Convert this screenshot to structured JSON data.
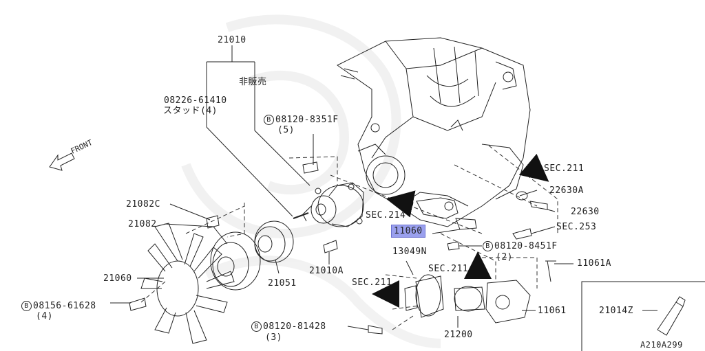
{
  "diagram": {
    "front_label": "FRONT",
    "callouts": {
      "p21010": "21010",
      "not_for_sale": "非販売",
      "p08226": "08226-61410",
      "stud_qty": "スタッド(4)",
      "bolt_upper_letter": "B",
      "bolt_upper": "08120-8351F",
      "bolt_upper_qty": "(5)",
      "sec211_top": "SEC.211",
      "p22630A": "22630A",
      "p22630": "22630",
      "sec253": "SEC.253",
      "sec214": "SEC.214",
      "p11060": "11060",
      "bolt_mid_letter": "B",
      "bolt_mid": "08120-8451F",
      "bolt_mid_qty": "(2)",
      "p13049N": "13049N",
      "sec211_mid": "SEC.211",
      "p11061A": "11061A",
      "p21082C": "21082C",
      "p21082": "21082",
      "p21060": "21060",
      "p21010A": "21010A",
      "p21051": "21051",
      "sec211_low": "SEC.211",
      "p11061": "11061",
      "bolt_fan_letter": "B",
      "bolt_fan": "08156-61628",
      "bolt_fan_qty": "(4)",
      "bolt_low_letter": "B",
      "bolt_low": "08120-81428",
      "bolt_low_qty": "(3)",
      "p21200": "21200",
      "p21014Z": "21014Z",
      "diagram_code": "A210A299"
    },
    "highlight_color": "#9aa0ee"
  }
}
